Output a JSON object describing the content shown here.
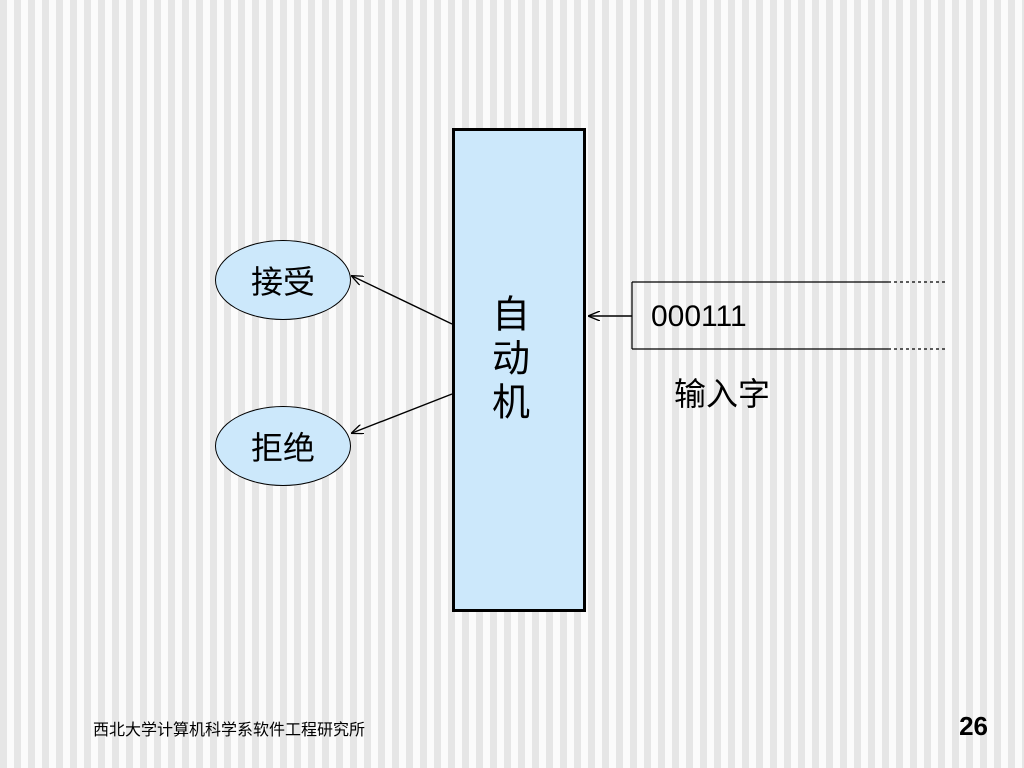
{
  "diagram": {
    "automaton_label": "自动机",
    "accept_state": "接受",
    "reject_state": "拒绝",
    "tape_value": "000111",
    "tape_label": "输入字"
  },
  "footer": {
    "institution": "西北大学计算机科学系软件工程研究所",
    "page_number": "26"
  }
}
